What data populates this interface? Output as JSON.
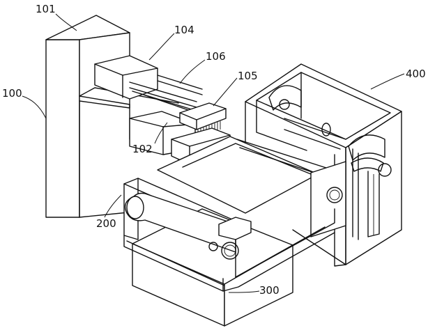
{
  "labels": {
    "l100": "100",
    "l101": "101",
    "l102": "102",
    "l104": "104",
    "l105": "105",
    "l106": "106",
    "l200": "200",
    "l300": "300",
    "l400": "400"
  }
}
